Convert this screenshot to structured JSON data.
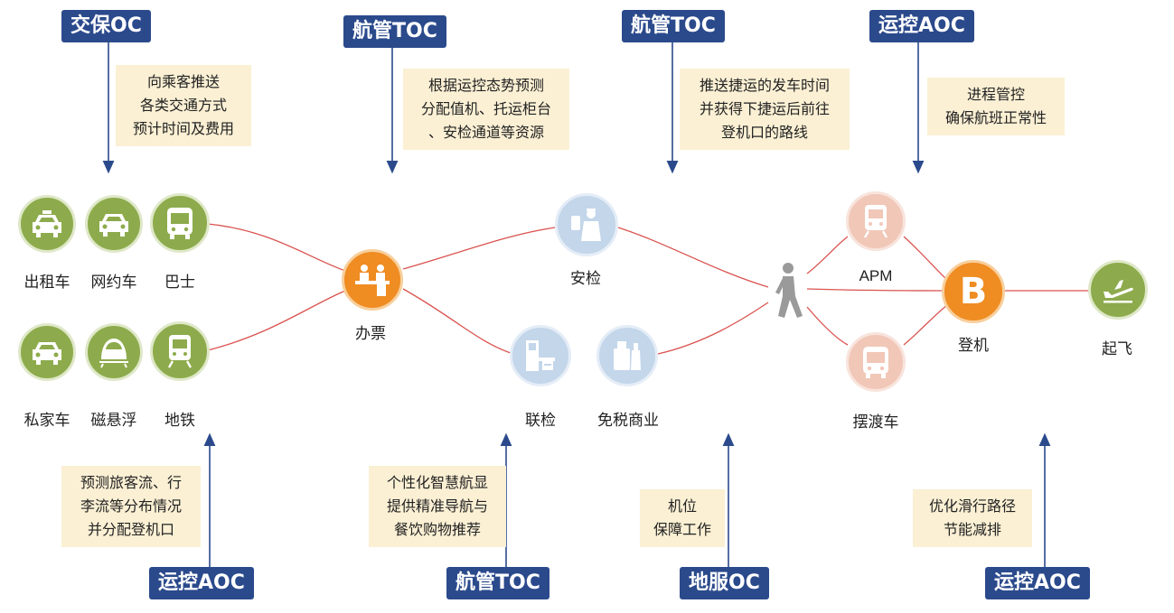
{
  "tags": {
    "top1": "交保OC",
    "top2": "航管TOC",
    "top3": "航管TOC",
    "top4": "运控AOC",
    "bottom1": "运控AOC",
    "bottom2": "航管TOC",
    "bottom3": "地服OC",
    "bottom4": "运控AOC"
  },
  "notes": {
    "top1": [
      "向乘客推送",
      "各类交通方式",
      "预计时间及费用"
    ],
    "top2": [
      "根据运控态势预测",
      "分配值机、托运柜台",
      "、安检通道等资源"
    ],
    "top3": [
      "推送捷运的发车时间",
      "并获得下捷运后前往",
      "登机口的路线"
    ],
    "top4": [
      "进程管控",
      "确保航班正常性"
    ],
    "bottom1": [
      "预测旅客流、行",
      "李流等分布情况",
      "并分配登机口"
    ],
    "bottom2": [
      "个性化智慧航显",
      "提供精准导航与",
      "餐饮购物推荐"
    ],
    "bottom3": [
      "机位",
      "保障工作"
    ],
    "bottom4": [
      "优化滑行路径",
      "节能减排"
    ]
  },
  "nodes": {
    "taxi": "出租车",
    "rideHailing": "网约车",
    "bus": "巴士",
    "privateCar": "私家车",
    "maglev": "磁悬浮",
    "metro": "地铁",
    "ticketing": "办票",
    "security": "安检",
    "jointInspection": "联检",
    "dutyFree": "免税商业",
    "apm": "APM",
    "shuttleBus": "摆渡车",
    "boarding": "登机",
    "takeoff": "起飞",
    "boardingLetter": "B"
  },
  "colors": {
    "tagBlue": "#2b4a8c",
    "noteBg": "#fbf0d4",
    "green": "#8dab4c",
    "lightBlue": "#c3d6ea",
    "salmon": "#f1c7b8",
    "orange": "#ef8c22",
    "flowLine": "#d9534f",
    "arrow": "#2b4a8c"
  }
}
